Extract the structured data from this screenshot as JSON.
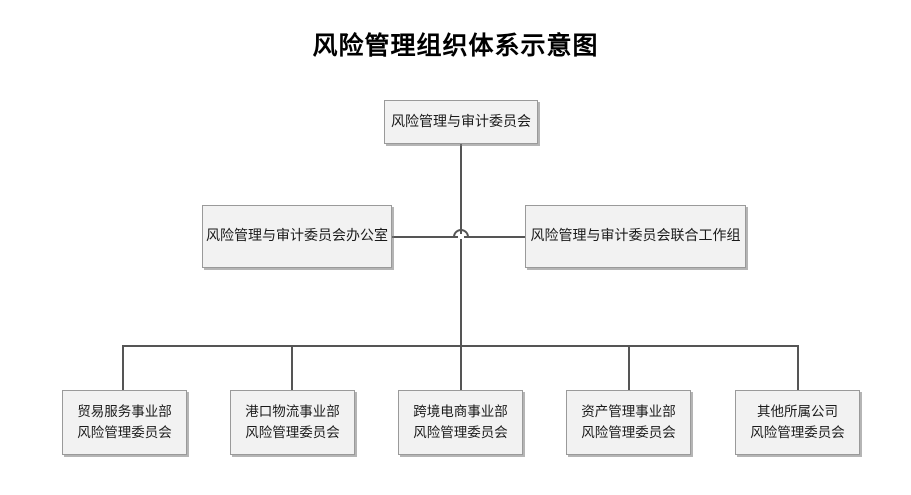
{
  "title": "风险管理组织体系示意图",
  "diagram": {
    "type": "org-chart",
    "top": {
      "label": "风险管理与审计委员会"
    },
    "middle": [
      {
        "label": "风险管理与审计委员会办公室",
        "position": "left"
      },
      {
        "label": "风险管理与审计委员会联合工作组",
        "position": "right"
      }
    ],
    "bottom": [
      {
        "line1": "贸易服务事业部",
        "line2": "风险管理委员会"
      },
      {
        "line1": "港口物流事业部",
        "line2": "风险管理委员会"
      },
      {
        "line1": "跨境电商事业部",
        "line2": "风险管理委员会"
      },
      {
        "line1": "资产管理事业部",
        "line2": "风险管理委员会"
      },
      {
        "line1": "其他所属公司",
        "line2": "风险管理委员会"
      }
    ],
    "colors": {
      "node_fill": "#f2f2f2",
      "node_border": "#9a9a9a",
      "connector": "#555555",
      "text": "#1a1a1a",
      "background": "#ffffff"
    }
  }
}
